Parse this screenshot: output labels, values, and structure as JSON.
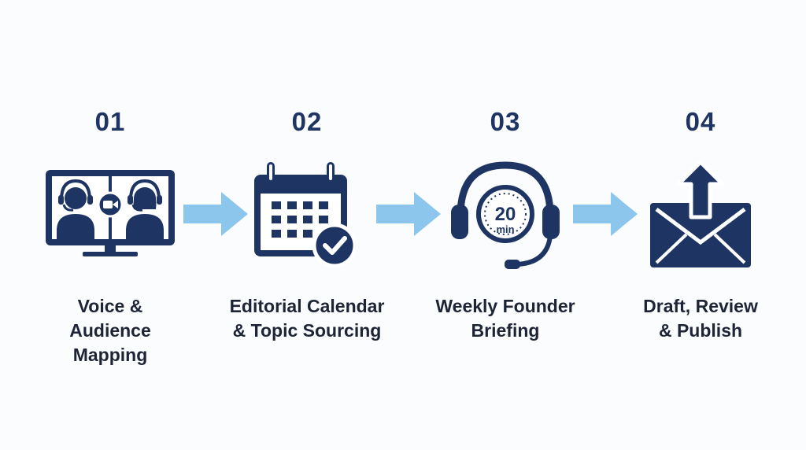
{
  "colors": {
    "navy": "#1e3563",
    "arrow": "#8cc6ec",
    "text": "#1c2436",
    "background": "#fbfcfd"
  },
  "steps": [
    {
      "number": "01",
      "label": "Voice &\nAudience\nMapping",
      "icon": "video-call-icon"
    },
    {
      "number": "02",
      "label": "Editorial Calendar\n& Topic Sourcing",
      "icon": "calendar-check-icon"
    },
    {
      "number": "03",
      "label": "Weekly Founder\nBriefing",
      "icon": "headset-timer-icon",
      "timer_value": "20",
      "timer_unit": "min"
    },
    {
      "number": "04",
      "label": "Draft, Review\n& Publish",
      "icon": "envelope-upload-icon"
    }
  ],
  "connectors": [
    "arrow-right-icon",
    "arrow-right-icon",
    "arrow-right-icon"
  ]
}
